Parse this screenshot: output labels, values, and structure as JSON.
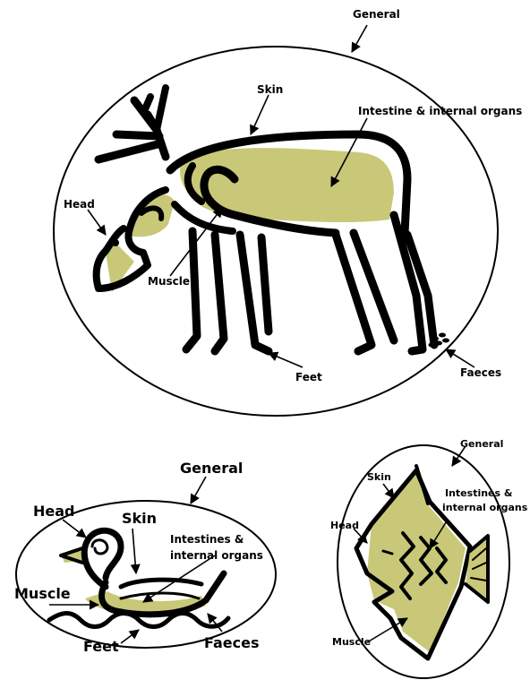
{
  "deer_diagram": {
    "labels": {
      "general": "General",
      "skin": "Skin",
      "intestine": "Intestine & internal organs",
      "head": "Head",
      "muscle": "Muscle",
      "feet": "Feet",
      "faeces": "Faeces"
    }
  },
  "duck_diagram": {
    "labels": {
      "general": "General",
      "head": "Head",
      "skin": "Skin",
      "intestines_line1": "Intestines &",
      "intestines_line2": "internal organs",
      "muscle": "Muscle",
      "feet": "Feet",
      "faeces": "Faeces"
    }
  },
  "fish_diagram": {
    "labels": {
      "general": "General",
      "skin": "Skin",
      "intestines_line1": "Intestines &",
      "intestines_line2": "internal organs",
      "head": "Head",
      "muscle": "Muscle"
    }
  },
  "colors": {
    "body_fill": "#c8c878",
    "outline": "#000000"
  }
}
